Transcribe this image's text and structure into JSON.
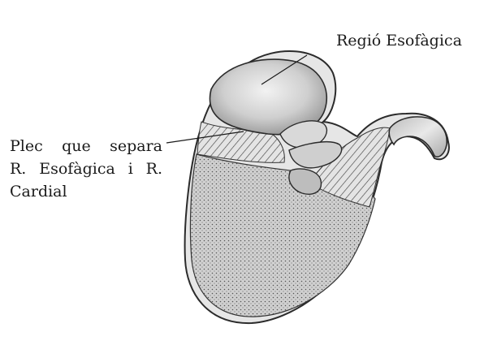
{
  "labels": {
    "esophageal_region": "Regió Esofàgica",
    "fold": {
      "line1": "Plec que separa",
      "line2": "R. Esofàgica i R.",
      "line3": "Cardial"
    }
  },
  "colors": {
    "background": "#ffffff",
    "outline": "#2b2b2b",
    "sac_fill": "#d4d4d4",
    "dotted_fill": "#c8c8c8",
    "hatch": "#444444"
  }
}
